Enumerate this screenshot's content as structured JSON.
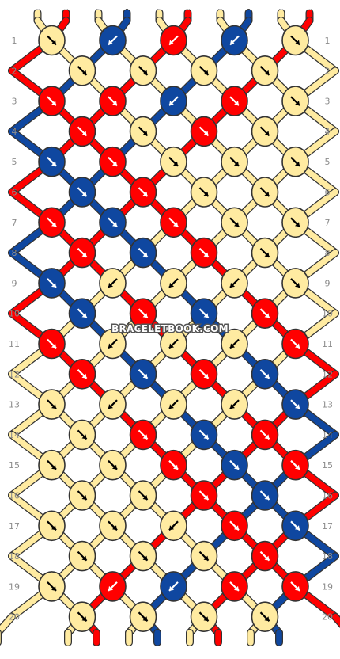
{
  "pattern": {
    "strands_top": [
      "C",
      "B",
      "C",
      "A",
      "C",
      "B",
      "C",
      "A",
      "C",
      "B"
    ],
    "strands_bottom": [
      "B",
      "C",
      "C",
      "A",
      "C",
      "B",
      "C",
      "A",
      "C",
      "B"
    ],
    "row_labels": [
      "1",
      "2",
      "3",
      "4",
      "5",
      "6",
      "7",
      "8",
      "9",
      "10",
      "11",
      "12",
      "13",
      "14",
      "15",
      "16",
      "17",
      "18",
      "19",
      "20"
    ],
    "knots": [
      [
        "Cr",
        "Al",
        "Bl",
        "Al",
        "Cr"
      ],
      [
        "Cr",
        "Cr",
        "Cr",
        "Cr",
        "Cr"
      ],
      [
        "Br",
        "Br",
        "Al",
        "Br",
        "Cr"
      ],
      [
        "Br",
        "Cr",
        "Br",
        "Cr",
        "Cr"
      ],
      [
        "Ar",
        "Br",
        "Cr",
        "Cr",
        "Cr"
      ],
      [
        "Ar",
        "Br",
        "Cr",
        "Cr",
        "Cr"
      ],
      [
        "Br",
        "Ar",
        "Br",
        "Cr",
        "Cr"
      ],
      [
        "Br",
        "Ar",
        "Br",
        "Cr",
        "Cr"
      ],
      [
        "Ar",
        "Cl",
        "Cl",
        "Cl",
        "Cr"
      ],
      [
        "Ar",
        "Br",
        "Ar",
        "Br",
        "Cr"
      ],
      [
        "Br",
        "Cl",
        "Cl",
        "Cl",
        "Br"
      ],
      [
        "Br",
        "Ar",
        "Br",
        "Ar",
        "Br"
      ],
      [
        "Cr",
        "Cl",
        "Cl",
        "Cl",
        "Ar"
      ],
      [
        "Cr",
        "Br",
        "Ar",
        "Br",
        "Ar"
      ],
      [
        "Cr",
        "Cr",
        "Br",
        "Ar",
        "Br"
      ],
      [
        "Cr",
        "Cr",
        "Br",
        "Ar",
        "Br"
      ],
      [
        "Cr",
        "Cr",
        "Cl",
        "Br",
        "Ar"
      ],
      [
        "Cr",
        "Cr",
        "Cr",
        "Br",
        "Br"
      ],
      [
        "Cr",
        "Bl",
        "Al",
        "Br",
        "Br"
      ],
      [
        "Cr",
        "Cr",
        "Cr",
        "Cr",
        "Cr"
      ]
    ],
    "colors": {
      "A": "#0f47a0",
      "B": "#ff0000",
      "C": "#ffeba1"
    },
    "watermark": "BRACELETBOOK.COM"
  }
}
